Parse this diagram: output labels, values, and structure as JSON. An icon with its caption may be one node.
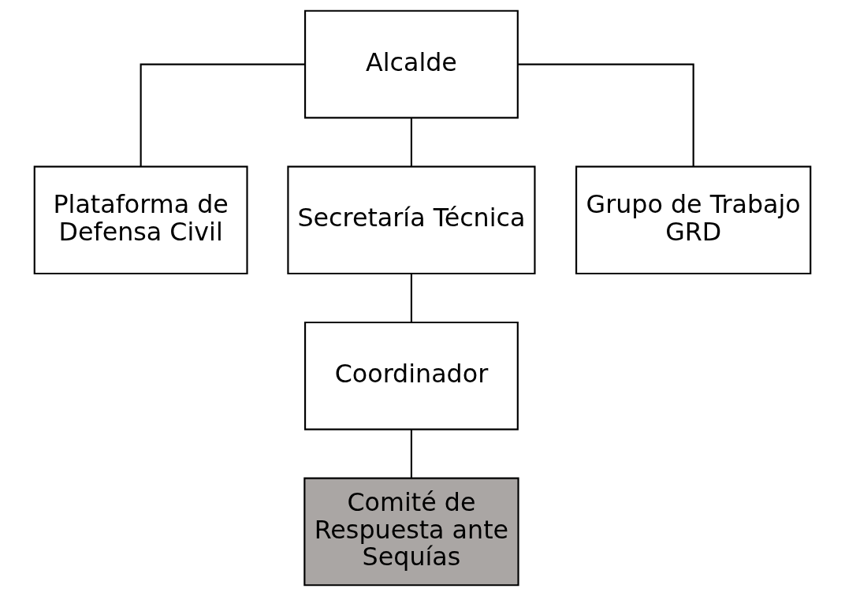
{
  "diagram": {
    "nodes": [
      {
        "text": [
          "Alcalde"
        ]
      },
      {
        "text": [
          "Plataforma de Defensa Civil"
        ]
      },
      {
        "text": [
          "Secretaría Técnica"
        ]
      },
      {
        "text": [
          "Grupo de Trabajo GRD"
        ]
      },
      {
        "text": [
          "Coordinador"
        ]
      },
      {
        "text": [
          "Comité de Respuesta ante Sequías"
        ]
      }
    ],
    "edges": [
      {
        "from": 0,
        "to": 1,
        "arrow": "none"
      },
      {
        "from": 0,
        "to": 2,
        "arrow": "none"
      },
      {
        "from": 0,
        "to": 3,
        "arrow": "none"
      },
      {
        "from": 2,
        "to": 4,
        "arrow": "none"
      },
      {
        "from": 4,
        "to": 5,
        "arrow": "none"
      }
    ]
  }
}
